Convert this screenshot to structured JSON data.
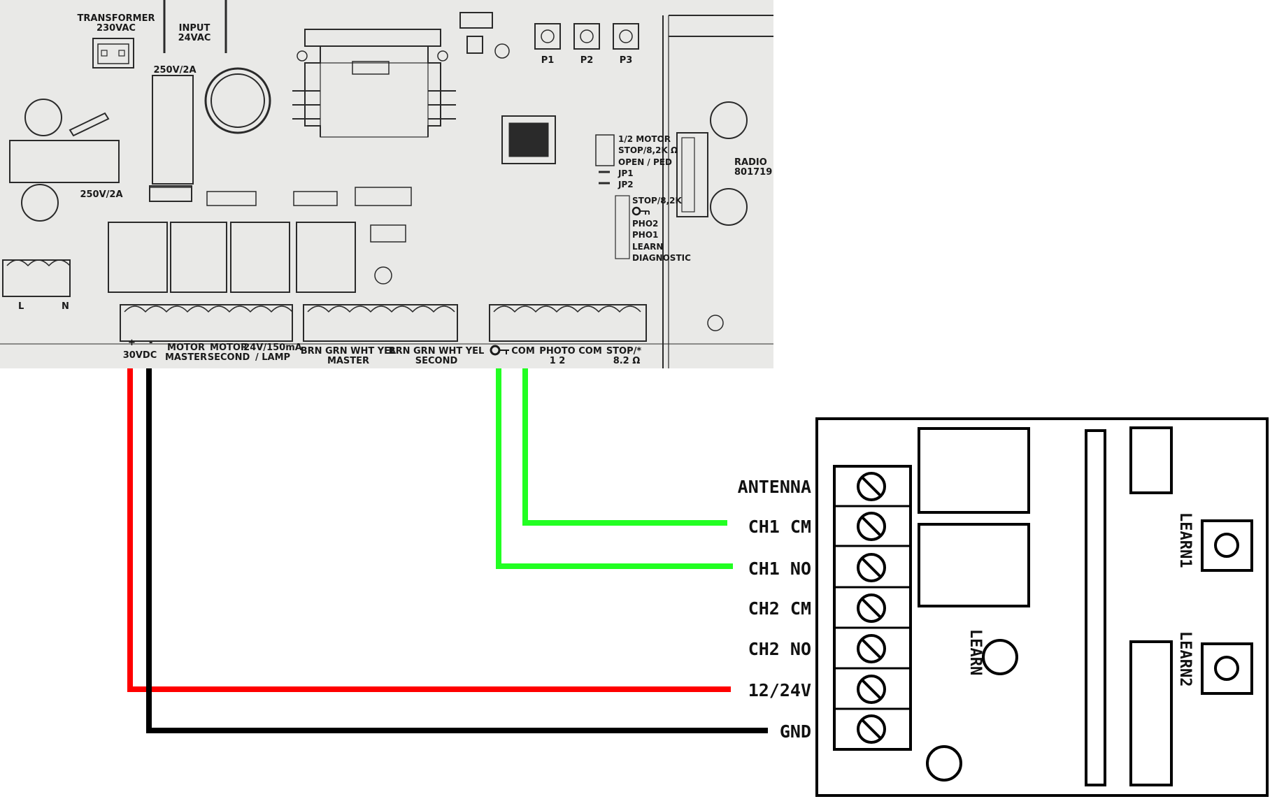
{
  "controller": {
    "top_labels": {
      "transformer": "TRANSFORMER",
      "transformer_v": "230VAC",
      "input": "INPUT",
      "input_v": "24VAC",
      "fuse1": "250V/2A",
      "fuse2": "250V/2A",
      "p1": "P1",
      "p2": "P2",
      "p3": "P3",
      "radio": "RADIO",
      "radio_id": "801719"
    },
    "jumper_labels": [
      "1/2 MOTOR",
      "STOP/8,2K Ω",
      "OPEN / PED",
      "JP1",
      "JP2"
    ],
    "led_labels": [
      "STOP/8,2K",
      "",
      "PHO2",
      "PHO1",
      "LEARN",
      "DIAGNOSTIC"
    ],
    "mains": {
      "l": "L",
      "n": "N"
    },
    "bottom_labels": {
      "plus": "+",
      "minus": "-",
      "vdc": "30VDC",
      "motor_master": "MOTOR",
      "motor_master2": "MASTER",
      "motor_second": "MOTOR",
      "motor_second2": "SECOND",
      "lamp": "24V/150mA",
      "lamp2": "/ LAMP",
      "wires_master": "BRN  GRN  WHT  YEL",
      "master": "MASTER",
      "wires_second": "BRN  GRN  WHT  YEL",
      "second": "SECOND",
      "com1": "COM",
      "photo": "PHOTO",
      "photo_nums": "1        2",
      "com2": "COM",
      "stop": "STOP/*",
      "stop_ohm": "8.2 Ω"
    }
  },
  "receiver": {
    "terminals": [
      "ANTENNA",
      "CH1 CM",
      "CH1 NO",
      "CH2 CM",
      "CH2 NO",
      "12/24V",
      "GND"
    ],
    "learn": "LEARN",
    "learn1": "LEARN1",
    "learn2": "LEARN2"
  },
  "wires": [
    {
      "from": "30VDC +",
      "to": "12/24V",
      "color": "#ff0000"
    },
    {
      "from": "30VDC -",
      "to": "GND",
      "color": "#000000"
    },
    {
      "from": "COM",
      "to": "CH1 CM",
      "color": "#22ff22"
    },
    {
      "from": "Key contact",
      "to": "CH1 NO",
      "color": "#22ff22"
    }
  ],
  "colors": {
    "pcb_background": "#e9e9e7",
    "wire_red": "#ff0000",
    "wire_black": "#000000",
    "wire_green": "#22ff22"
  }
}
